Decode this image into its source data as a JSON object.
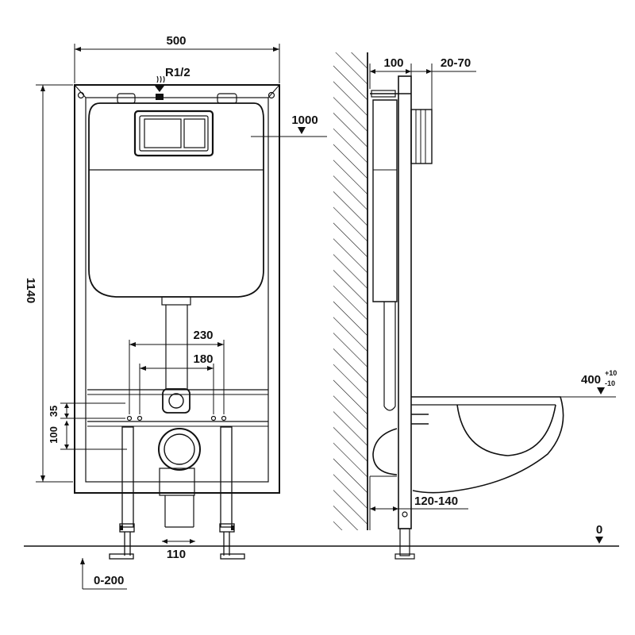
{
  "front_view": {
    "width": "500",
    "pipe_thread": "R1/2",
    "height_total": "1140",
    "bracket_spacing_outer": "230",
    "bracket_spacing_inner": "180",
    "dim_35": "35",
    "dim_100": "100",
    "drain_width": "110",
    "leg_adjust": "0-200"
  },
  "side_view": {
    "depth": "100",
    "offset_range": "20-70",
    "button_level": "1000",
    "bowl_level": "400",
    "bowl_tol_plus": "+10",
    "bowl_tol_minus": "-10",
    "wall_gap": "120-140",
    "floor_level": "0"
  },
  "colors": {
    "line": "#111111",
    "background": "#ffffff"
  }
}
